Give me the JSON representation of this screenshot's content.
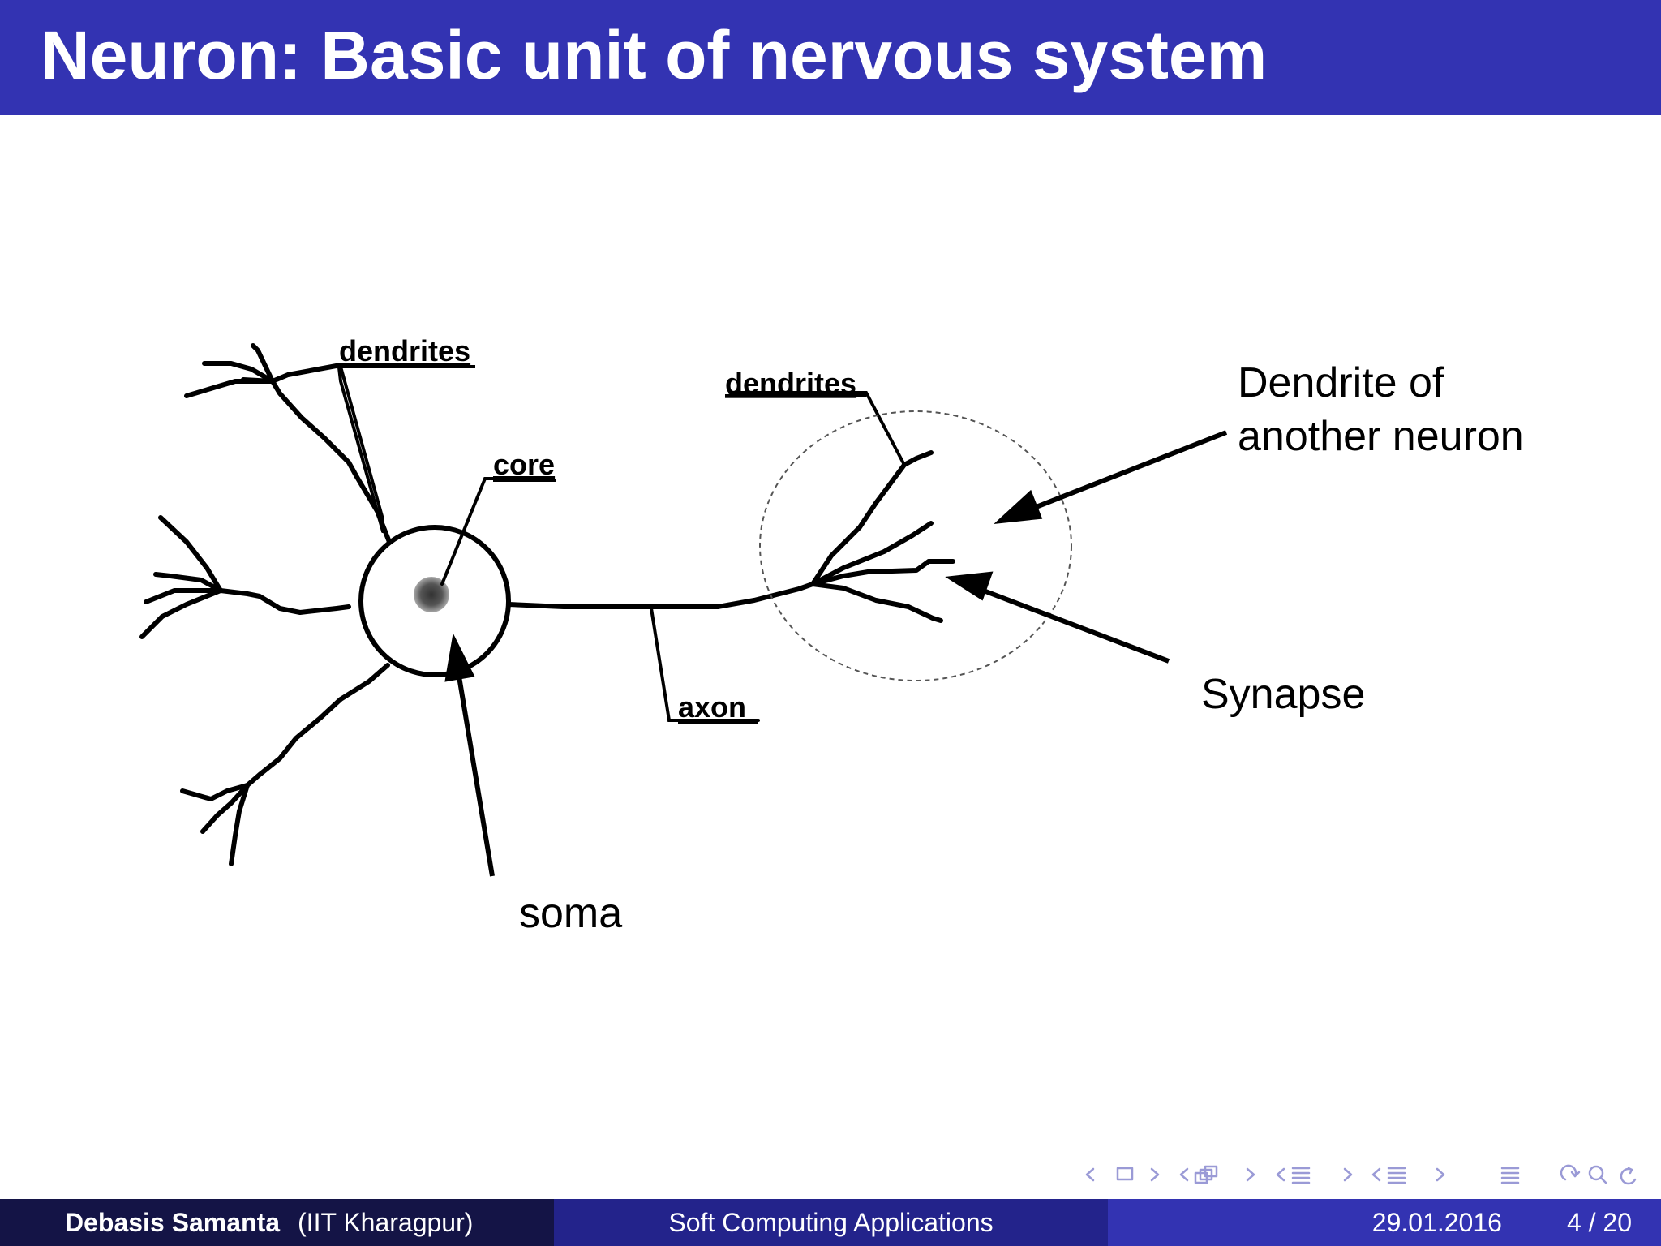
{
  "slide": {
    "title": "Neuron: Basic unit of nervous system"
  },
  "diagram": {
    "labels": {
      "dendrites_left": "dendrites",
      "core": "core",
      "dendrites_right": "dendrites",
      "axon": "axon"
    },
    "callouts": {
      "dendrite_line1": "Dendrite of",
      "dendrite_line2": "another neuron",
      "synapse": "Synapse",
      "soma": "soma"
    }
  },
  "footer": {
    "author": "Debasis Samanta",
    "institute": "(IIT Kharagpur)",
    "course": "Soft Computing Applications",
    "date": "29.01.2016",
    "page": "4 / 20"
  },
  "colors": {
    "title_bar": "#3333B2",
    "footer_left": "#141446",
    "footer_mid": "#23238B",
    "footer_right": "#3333B2",
    "nav_icons": "#9A9AD6"
  },
  "nav_icons": [
    "nav-frame-prev-icon",
    "nav-frame-icon",
    "nav-frame-next-icon",
    "nav-subsection-icon",
    "nav-section-icon",
    "nav-document-icon",
    "nav-search-icon"
  ]
}
